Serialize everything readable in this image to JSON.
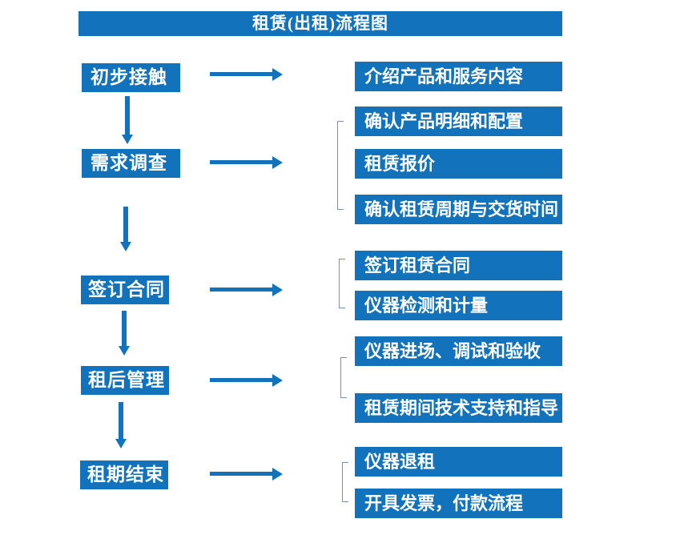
{
  "title": "租赁(出租)流程图",
  "colors": {
    "primary": "#1272BC",
    "bracket": "#7191C4",
    "text_on_primary": "#FFFFFF",
    "background": "#FFFFFF"
  },
  "steps": [
    {
      "label": "初步接触",
      "details": [
        "介绍产品和服务内容"
      ]
    },
    {
      "label": "需求调查",
      "details": [
        "确认产品明细和配置",
        "租赁报价",
        "确认租赁周期与交货时间"
      ]
    },
    {
      "label": "签订合同",
      "details": [
        "签订租赁合同",
        "仪器检测和计量"
      ]
    },
    {
      "label": "租后管理",
      "details": [
        "仪器进场、调试和验收",
        "租赁期间技术支持和指导"
      ]
    },
    {
      "label": "租期结束",
      "details": [
        "仪器退租",
        "开具发票，付款流程"
      ]
    }
  ]
}
